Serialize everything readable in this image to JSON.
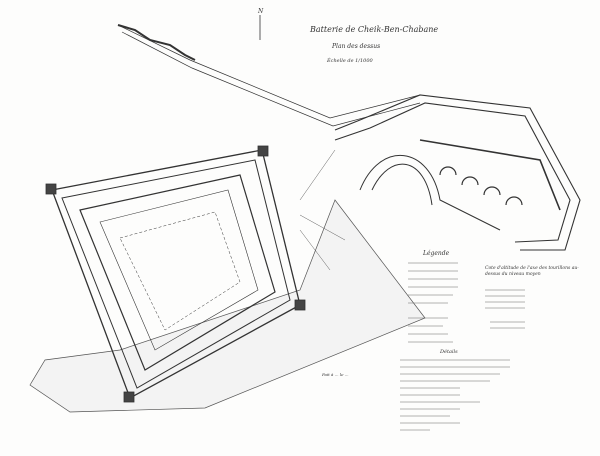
{
  "title": "Batterie de Cheik-Ben-Chabane",
  "subtitle": "Plan des dessus",
  "scale_label": "Échelle de 1/1000",
  "legend_heading": "Légende",
  "altitude_heading": "Cote d'altitude de l'axe des tourillons au-dessus du niveau moyen",
  "details_heading": "Détails",
  "north_mark": "N",
  "signature_note": "Fait à ... le ..."
}
